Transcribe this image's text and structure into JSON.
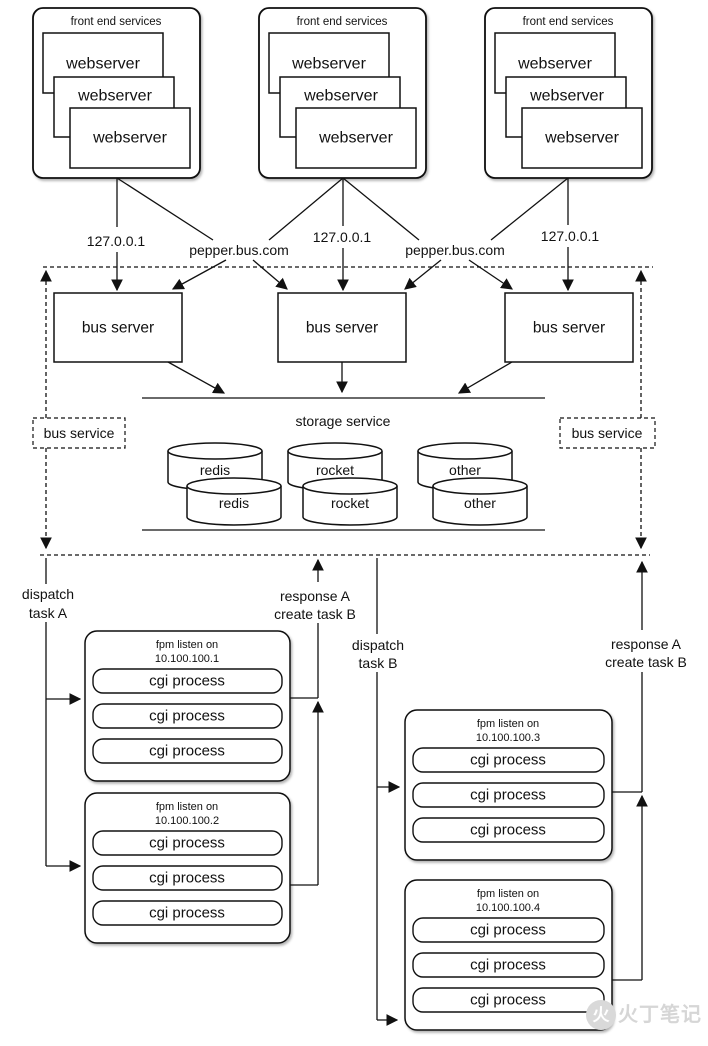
{
  "front_end_clusters": [
    {
      "title": "front end services",
      "webservers": [
        "webserver",
        "webserver",
        "webserver"
      ]
    },
    {
      "title": "front end services",
      "webservers": [
        "webserver",
        "webserver",
        "webserver"
      ]
    },
    {
      "title": "front end services",
      "webservers": [
        "webserver",
        "webserver",
        "webserver"
      ]
    }
  ],
  "network_labels": {
    "ip_left": "127.0.0.1",
    "ip_middle": "127.0.0.1",
    "ip_right": "127.0.0.1",
    "domain_left": "pepper.bus.com",
    "domain_right": "pepper.bus.com"
  },
  "bus_servers": [
    "bus server",
    "bus server",
    "bus server"
  ],
  "bus_services": [
    "bus service",
    "bus service"
  ],
  "storage": {
    "title": "storage service",
    "stores": [
      {
        "back": "redis",
        "front": "redis"
      },
      {
        "back": "rocket",
        "front": "rocket"
      },
      {
        "back": "other",
        "front": "other"
      }
    ]
  },
  "task_labels": {
    "dispatch_a": {
      "line1": "dispatch",
      "line2": "task A"
    },
    "response_left": {
      "line1": "response A",
      "line2": "create task B"
    },
    "dispatch_b": {
      "line1": "dispatch",
      "line2": "task B"
    },
    "response_right": {
      "line1": "response A",
      "line2": "create task B"
    }
  },
  "fpm_pools": [
    {
      "header_line1": "fpm listen on",
      "header_line2": "10.100.100.1",
      "processes": [
        "cgi process",
        "cgi process",
        "cgi process"
      ]
    },
    {
      "header_line1": "fpm listen on",
      "header_line2": "10.100.100.2",
      "processes": [
        "cgi process",
        "cgi process",
        "cgi process"
      ]
    },
    {
      "header_line1": "fpm listen on",
      "header_line2": "10.100.100.3",
      "processes": [
        "cgi process",
        "cgi process",
        "cgi process"
      ]
    },
    {
      "header_line1": "fpm listen on",
      "header_line2": "10.100.100.4",
      "processes": [
        "cgi process",
        "cgi process",
        "cgi process"
      ]
    }
  ],
  "watermark": {
    "logo_glyph": "火",
    "text": "火丁笔记"
  },
  "colors": {
    "line": "#111111",
    "text": "#111111",
    "watermark": "#d6d6d6",
    "background": "#ffffff"
  }
}
